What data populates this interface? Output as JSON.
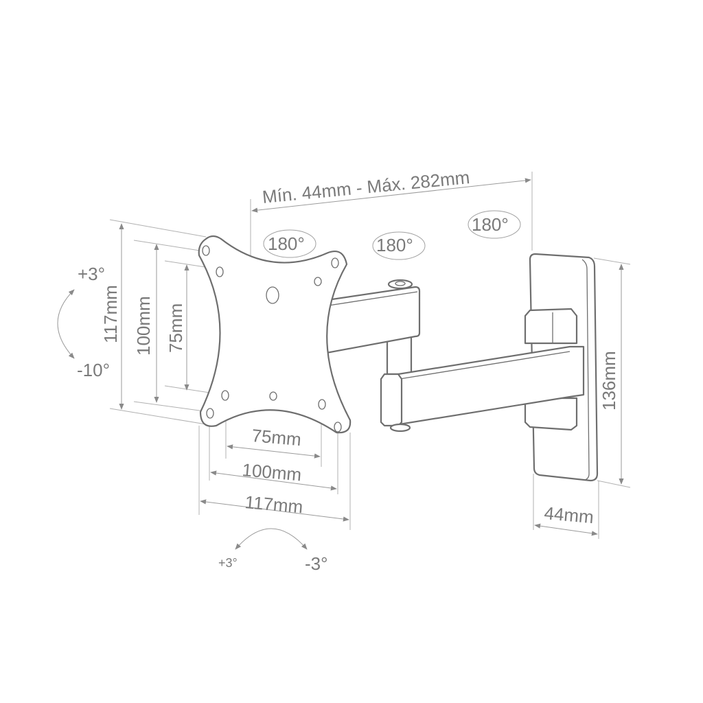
{
  "labels": {
    "arm_extension": "Mín. 44mm - Máx. 282mm",
    "swivel_1": "180°",
    "swivel_2": "180°",
    "swivel_3": "180°",
    "tilt_up": "+3°",
    "tilt_down": "-10°",
    "vesa_height_117": "117mm",
    "vesa_height_100": "100mm",
    "vesa_height_75": "75mm",
    "vesa_width_75": "75mm",
    "vesa_width_100": "100mm",
    "vesa_width_117": "117mm",
    "wall_plate_height": "136mm",
    "wall_plate_width": "44mm",
    "rotate_plus": "+3°",
    "rotate_minus": "-3°"
  },
  "colors": {
    "line": "#6e6e6e",
    "text": "#7a7a7a"
  }
}
